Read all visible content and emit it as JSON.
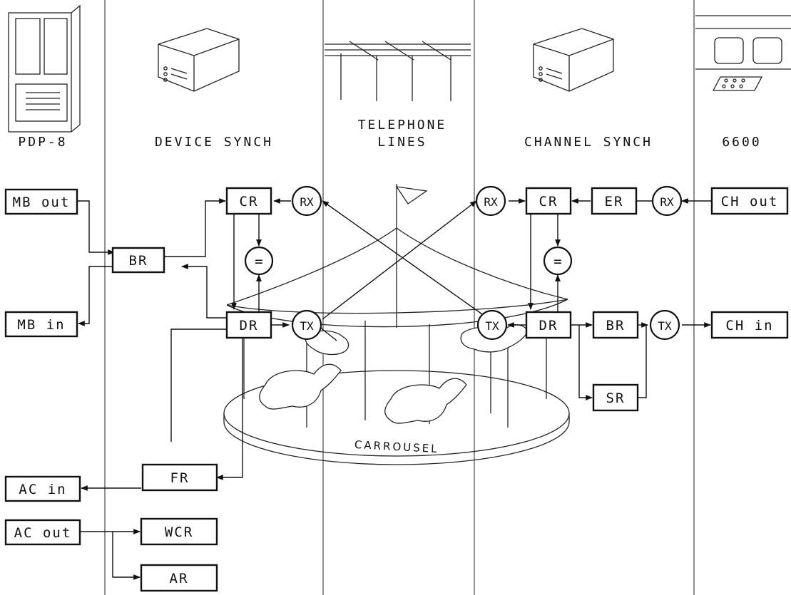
{
  "columns": {
    "pdp8": "PDP-8",
    "device_synch": "DEVICE SYNCH",
    "telephone_lines_1": "TELEPHONE",
    "telephone_lines_2": "LINES",
    "channel_synch": "CHANNEL SYNCH",
    "cdc6600": "6600"
  },
  "pdp8_blocks": {
    "mb_out": "MB out",
    "mb_in": "MB in",
    "ac_in": "AC in",
    "ac_out": "AC out"
  },
  "device_blocks": {
    "br": "BR",
    "cr": "CR",
    "dr": "DR",
    "rx": "RX",
    "tx": "TX",
    "eq": "=",
    "fr": "FR",
    "wcr": "WCR",
    "ar": "AR"
  },
  "channel_blocks": {
    "rx_left": "RX",
    "cr": "CR",
    "er": "ER",
    "rx_right": "RX",
    "eq": "=",
    "tx_left": "TX",
    "dr": "DR",
    "br": "BR",
    "tx_right": "TX",
    "sr": "SR"
  },
  "cdc_blocks": {
    "ch_out": "CH out",
    "ch_in": "CH in"
  },
  "carrousel_label": "CARROUSEL"
}
